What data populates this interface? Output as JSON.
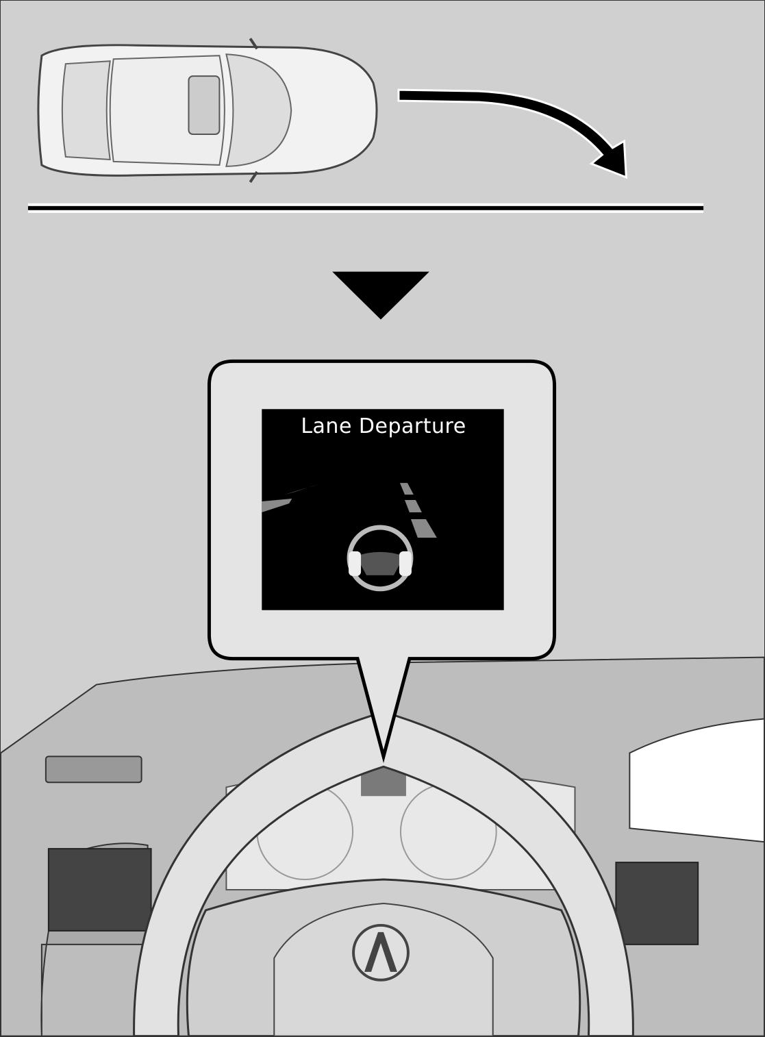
{
  "display": {
    "title": "Lane Departure"
  },
  "colors": {
    "background": "#d0d0d0",
    "screen": "#000000",
    "callout": "#e4e4e4",
    "arrow": "#000000"
  },
  "icons": [
    "car-top-view",
    "curved-arrow-right-icon",
    "down-triangle-icon",
    "steering-wheel-hands-icon",
    "acura-logo"
  ]
}
